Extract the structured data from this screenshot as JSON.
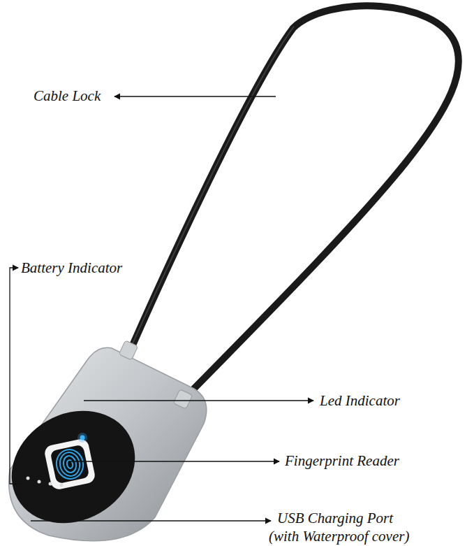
{
  "diagram": {
    "labels": [
      "Cable Lock",
      "Battery Indicator",
      "Led Indicator",
      "Fingerprint Reader",
      "USB Charging Port",
      "(with Waterproof cover)"
    ]
  }
}
